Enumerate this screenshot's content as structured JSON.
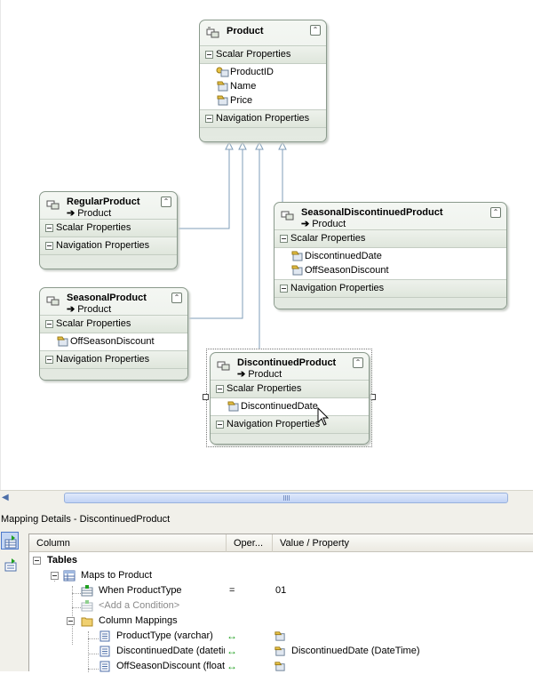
{
  "diagram": {
    "entities": {
      "product": {
        "name": "Product",
        "scalar_section": "Scalar Properties",
        "properties": [
          "ProductID",
          "Name",
          "Price"
        ],
        "navigation_section": "Navigation Properties"
      },
      "regular": {
        "name": "RegularProduct",
        "base": "Product",
        "scalar_section": "Scalar Properties",
        "navigation_section": "Navigation Properties"
      },
      "seasonal": {
        "name": "SeasonalProduct",
        "base": "Product",
        "scalar_section": "Scalar Properties",
        "properties": [
          "OffSeasonDiscount"
        ],
        "navigation_section": "Navigation Properties"
      },
      "seasonal_discontinued": {
        "name": "SeasonalDiscontinuedProduct",
        "base": "Product",
        "scalar_section": "Scalar Properties",
        "properties": [
          "DiscontinuedDate",
          "OffSeasonDiscount"
        ],
        "navigation_section": "Navigation Properties"
      },
      "discontinued": {
        "name": "DiscontinuedProduct",
        "base": "Product",
        "scalar_section": "Scalar Properties",
        "properties": [
          "DiscontinuedDate"
        ],
        "navigation_section": "Navigation Properties"
      }
    }
  },
  "mapping_panel": {
    "title": "Mapping Details - DiscontinuedProduct",
    "columns": {
      "column": "Column",
      "operator": "Oper...",
      "value": "Value / Property"
    },
    "tree": {
      "tables_label": "Tables",
      "maps_to": "Maps to Product",
      "condition": {
        "column": "When ProductType",
        "operator": "=",
        "value": "01"
      },
      "add_condition": "<Add a Condition>",
      "column_mappings": "Column Mappings",
      "mappings": [
        {
          "column": "ProductType (varchar)",
          "operator": "↔",
          "value": ""
        },
        {
          "column": "DiscontinuedDate (datetime)",
          "operator": "↔",
          "value": "DiscontinuedDate (DateTime)"
        },
        {
          "column": "OffSeasonDiscount (float)",
          "operator": "↔",
          "value": ""
        }
      ]
    }
  },
  "icons": {
    "entity": "entity-type-icon",
    "key_property": "key-property-icon",
    "property": "scalar-property-icon",
    "table": "table-icon",
    "folder": "folder-icon",
    "condition": "condition-icon",
    "column": "column-icon",
    "map": "map-arrow-icon"
  },
  "colors": {
    "entity_border": "#8a9a8c",
    "entity_fill": "#e3e9e1",
    "connector": "#7f9db9",
    "selection_toolbar": "#c4d6f3",
    "map_arrow": "#20a020"
  }
}
